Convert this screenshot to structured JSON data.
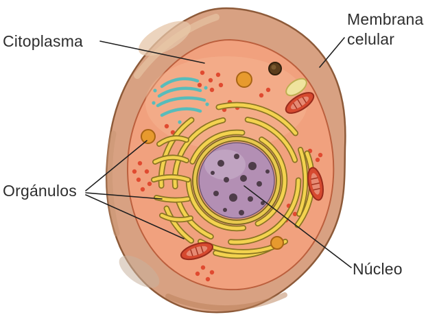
{
  "figure": {
    "labels": {
      "citoplasma": "Citoplasma",
      "membrana": {
        "line1": "Membrana",
        "line2": "celular"
      },
      "organulos": "Orgánulos",
      "nucleo": "Núcleo"
    },
    "colors": {
      "background": "#ffffff",
      "membrane": "#d8a182",
      "membrane_outline": "#8d5a39",
      "cytoplasm": "#f1a17e",
      "cytoplasm_outline": "#bb5f3d",
      "nucleus": "#b38fb4",
      "nucleus_spot": "#4e3c49",
      "er_yellow": "#f3d24f",
      "er_outline": "#8a7423",
      "golgi_teal": "#58bcba",
      "mitochondria_red": "#d6492f",
      "organelle_orange": "#e79a2e",
      "ribosome_red": "#e04a30",
      "label_text": "#2e2e2e",
      "pointer_line": "#1f1f1f"
    }
  }
}
